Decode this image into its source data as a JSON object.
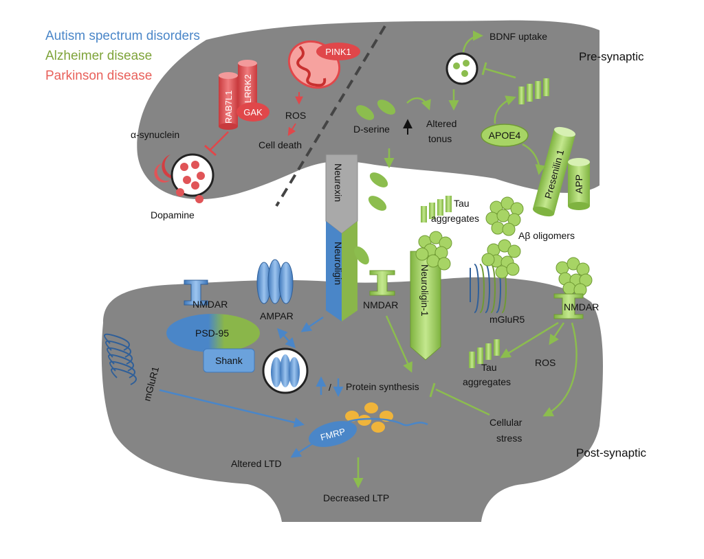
{
  "legend": {
    "autism": "Autism spectrum disorders",
    "alzheimer": "Alzheimer disease",
    "parkinson": "Parkinson disease"
  },
  "colors": {
    "autism": "#4a86c8",
    "alzheimer": "#7ea339",
    "parkinson": "#e8605a",
    "membrane": "#858585",
    "green_fill": "#a7d465",
    "red_fill": "#e0474a",
    "blue_fill": "#4a86c8",
    "fmrp_ribosome": "#f0b43a"
  },
  "regions": {
    "pre_synaptic": "Pre-synaptic",
    "post_synaptic": "Post-synaptic"
  },
  "parkinson": {
    "pink1": "PINK1",
    "rab7l1": "RAB7L1",
    "lrrk2": "LRRK2",
    "gak": "GAK",
    "ros": "ROS",
    "cell_death": "Cell death",
    "alpha_synuclein": "α-synuclein",
    "dopamine": "Dopamine"
  },
  "alzheimer": {
    "bdnf_uptake": "BDNF uptake",
    "d_serine": "D-serine",
    "altered_tonus_1": "Altered",
    "altered_tonus_2": "tonus",
    "apoe4": "APOE4",
    "presenilin": "Presenilin 1",
    "app": "APP",
    "tau_pre_1": "Tau",
    "tau_pre_2": "aggregates",
    "abeta": "Aβ oligomers",
    "nmdar_mid": "NMDAR",
    "neuroligin1": "Neuroligin-1",
    "mglur5": "mGluR5",
    "nmdar_right": "NMDAR",
    "tau_post_1": "Tau",
    "tau_post_2": "aggregates",
    "ros": "ROS",
    "stress_1": "Cellular",
    "stress_2": "stress",
    "decreased_ltp": "Decreased LTP"
  },
  "autism": {
    "neurexin": "Neurexin",
    "neuroligin": "Neuroligin",
    "ampar": "AMPAR",
    "nmdar": "NMDAR",
    "psd95": "PSD-95",
    "shank": "Shank",
    "mglur1": "mGluR1",
    "protein_synthesis": "Protein synthesis",
    "slash": "/",
    "fmrp": "FMRP",
    "altered_ltd": "Altered LTD"
  }
}
